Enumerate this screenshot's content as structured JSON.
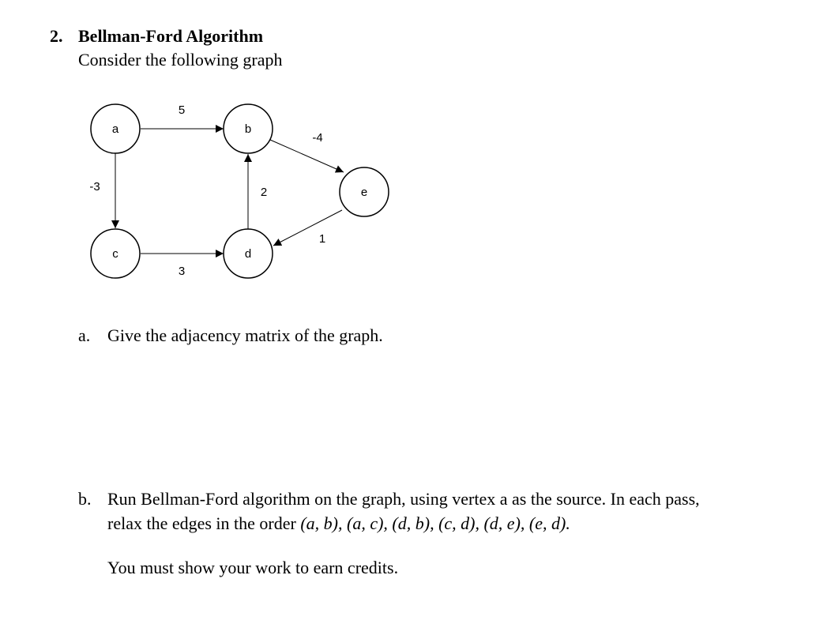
{
  "problem": {
    "number": "2.",
    "title": "Bellman-Ford Algorithm",
    "intro": "Consider the following graph"
  },
  "graph": {
    "nodes": [
      {
        "id": "a",
        "label": "a"
      },
      {
        "id": "b",
        "label": "b"
      },
      {
        "id": "c",
        "label": "c"
      },
      {
        "id": "d",
        "label": "d"
      },
      {
        "id": "e",
        "label": "e"
      }
    ],
    "edges": [
      {
        "from": "a",
        "to": "b",
        "weight": "5"
      },
      {
        "from": "a",
        "to": "c",
        "weight": "-3"
      },
      {
        "from": "b",
        "to": "e",
        "weight": "-4"
      },
      {
        "from": "d",
        "to": "b",
        "weight": "2"
      },
      {
        "from": "c",
        "to": "d",
        "weight": "3"
      },
      {
        "from": "e",
        "to": "d",
        "weight": "1"
      }
    ]
  },
  "parts": {
    "a": {
      "letter": "a.",
      "text": "Give the adjacency matrix of the graph."
    },
    "b": {
      "letter": "b.",
      "line1": "Run Bellman-Ford algorithm on the graph, using vertex a as the source. In each pass,",
      "line2_prefix": "relax the edges in the order ",
      "line2_order": "(a, b), (a, c), (d, b), (c, d), (d, e), (e, d).",
      "note": "You must show your work to earn credits."
    }
  }
}
